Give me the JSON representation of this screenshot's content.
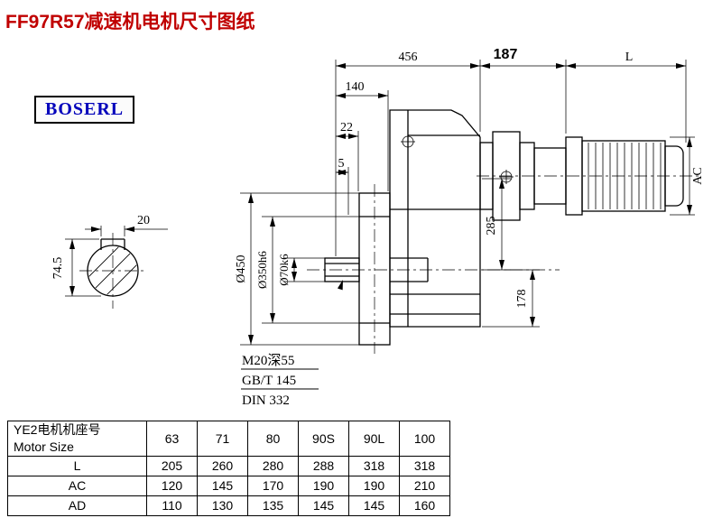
{
  "title": "FF97R57减速机电机尺寸图纸",
  "brand": "BOSERL",
  "colors": {
    "title_red": "#c00000",
    "brand_blue": "#0000bb",
    "line": "#000000"
  },
  "dims": {
    "top_456": "456",
    "top_187": "187",
    "top_L": "L",
    "left_140": "140",
    "left_22": "22",
    "left_5": "5",
    "height_285": "285",
    "height_178": "178",
    "motor_AC": "AC",
    "dia_flange": "Ø450",
    "dia_spigot": "Ø350h6",
    "dia_bore": "Ø70k6",
    "key_width_20": "20",
    "key_height_74_5": "74.5"
  },
  "notes": {
    "thread": "M20深55",
    "standard1": "GB/T 145",
    "standard2": "DIN 332"
  },
  "table": {
    "header_cn": "YE2电机机座号",
    "header_en": "Motor Size",
    "sizes": [
      "63",
      "71",
      "80",
      "90S",
      "90L",
      "100"
    ],
    "rows": [
      {
        "label": "L",
        "values": [
          "205",
          "260",
          "280",
          "288",
          "318",
          "318"
        ]
      },
      {
        "label": "AC",
        "values": [
          "120",
          "145",
          "170",
          "190",
          "190",
          "210"
        ]
      },
      {
        "label": "AD",
        "values": [
          "110",
          "130",
          "135",
          "145",
          "145",
          "160"
        ]
      }
    ]
  }
}
